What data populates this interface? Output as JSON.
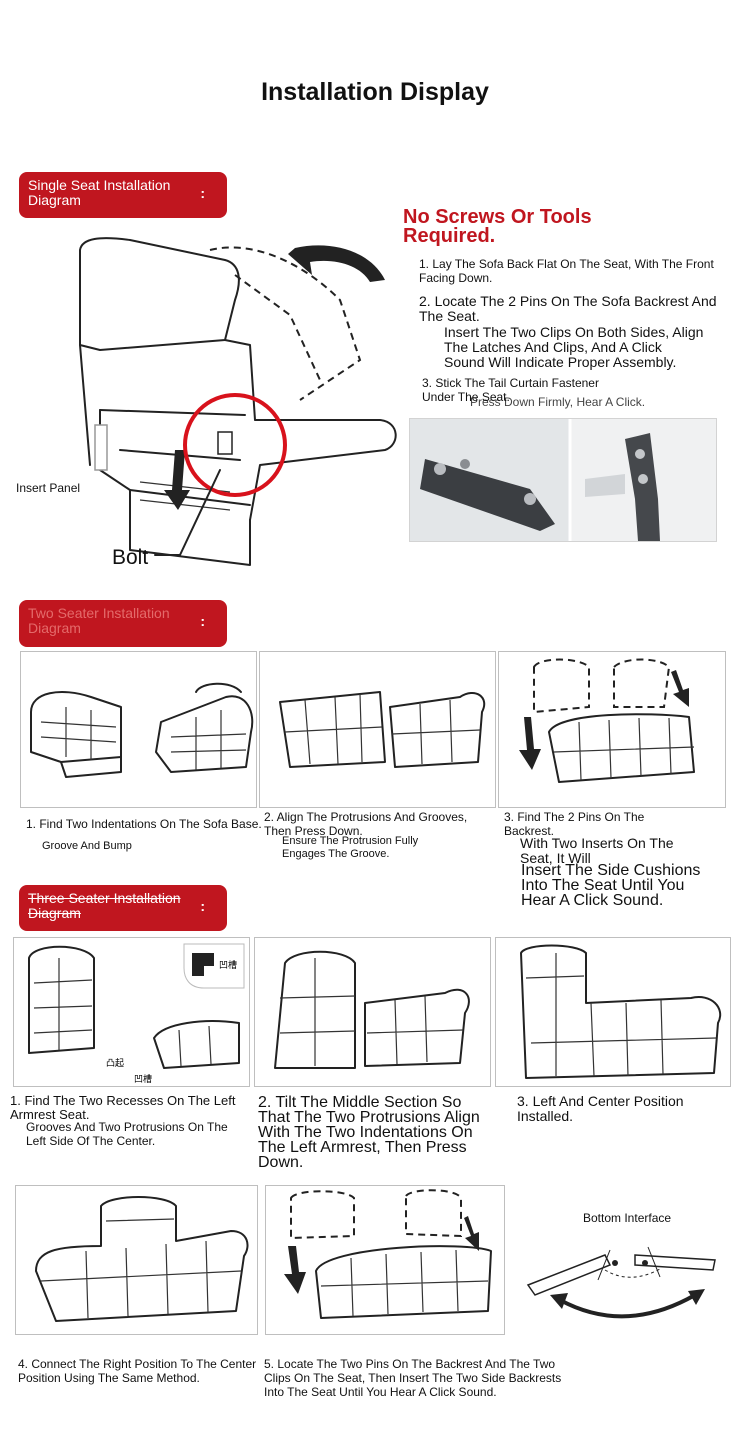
{
  "title": "Installation Display",
  "single": {
    "badge": "Single Seat Installation Diagram",
    "heading": "No Screws Or Tools Required.",
    "step1": "1. Lay The Sofa Back Flat On The Seat, With The Front Facing Down.",
    "step2": "2. Locate The 2 Pins On The Sofa Backrest And The Seat.",
    "step2b": "Insert The Two Clips On Both Sides, Align The Latches And Clips, And A Click Sound Will Indicate Proper Assembly.",
    "step2c": "Press Down Firmly, Hear A Click.",
    "step3": "3. Stick The Tail Curtain Fastener Under The Seat.",
    "insert_panel": "Insert Panel",
    "bolt": "Bolt"
  },
  "two": {
    "badge": "Two Seater Installation Diagram",
    "step1": "1. Find Two Indentations On The Sofa Base.",
    "step1b": "Groove And Bump",
    "step2": "2. Align The Protrusions And Grooves, Then Press Down.",
    "step2b": "Ensure The Protrusion Fully Engages The Groove.",
    "step3": "3. Find The 2 Pins On The Backrest.",
    "step3b": "With Two Inserts On The Seat, It Will",
    "step3c": "Insert The Side Cushions Into The Seat Until You Hear A Click Sound."
  },
  "three": {
    "badge": "Three Seater Installation Diagram",
    "step1": "1. Find The Two Recesses On The Left Armrest Seat.",
    "step1b": "Grooves And Two Protrusions On The Left Side Of The Center.",
    "step2": "2. Tilt The Middle Section So That The Two Protrusions Align With The Two Indentations On The Left Armrest, Then Press Down.",
    "step3": "3. Left And Center Position Installed.",
    "step4": "4. Connect The Right Position To The Center Position Using The Same Method.",
    "step5": "5. Locate The Two Pins On The Backrest And The Two Clips On The Seat, Then Insert The Two Side Backrests Into The Seat Until You Hear A Click Sound.",
    "bottom_interface": "Bottom Interface",
    "groove_label": "凹槽",
    "bump_label": "凸起"
  },
  "colors": {
    "accent": "#c0161f",
    "text": "#111111",
    "panel_border": "#bfbfbf"
  }
}
